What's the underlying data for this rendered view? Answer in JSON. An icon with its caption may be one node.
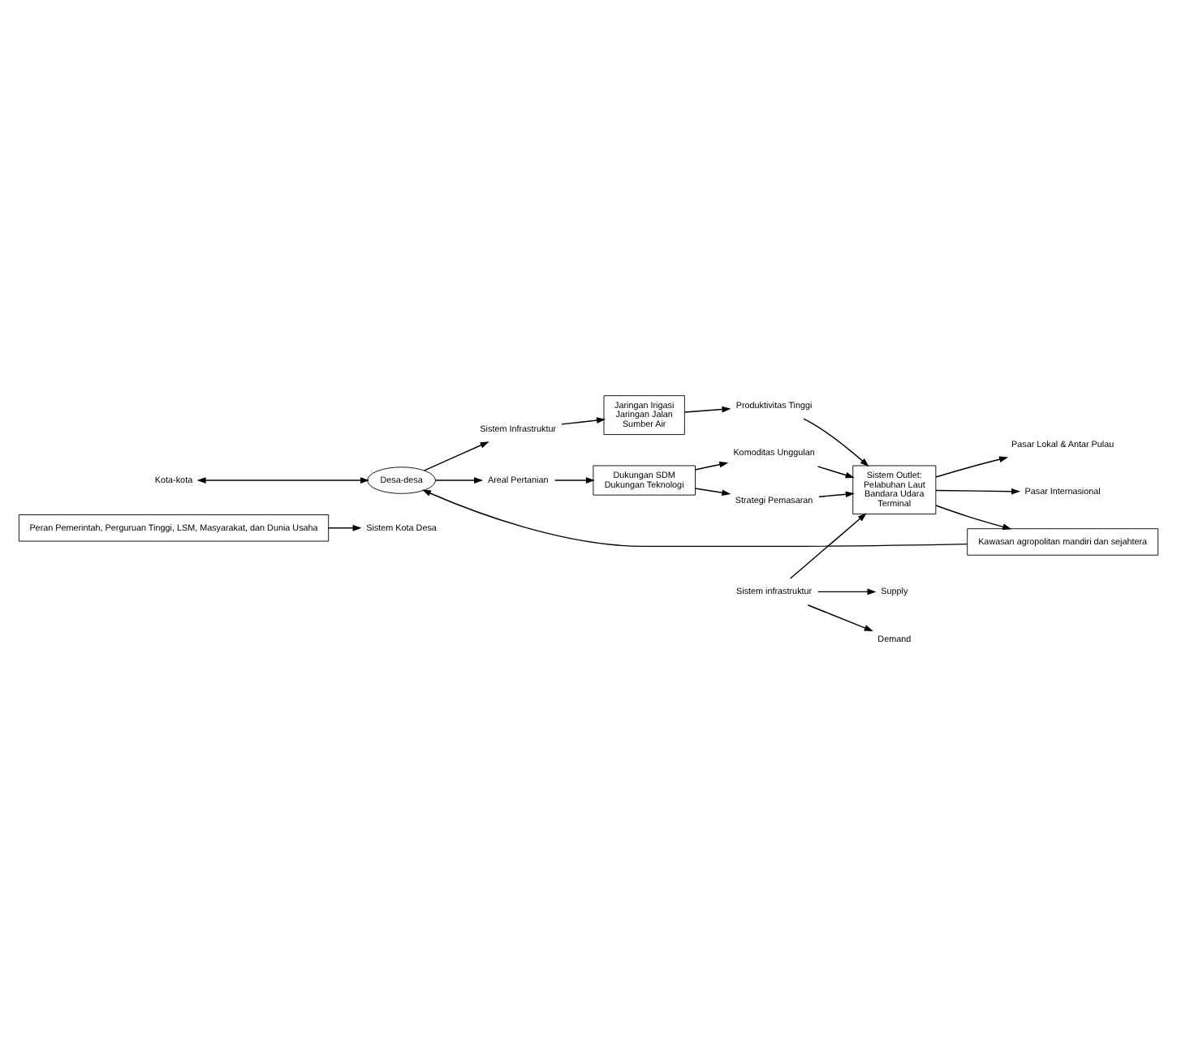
{
  "diagram": {
    "nodes": [
      {
        "text": [
          "Peran Pemerintah, Perguruan Tinggi, LSM, Masyarakat, dan Dunia Usaha"
        ]
      },
      {
        "text": [
          "Kota-kota"
        ]
      },
      {
        "text": [
          "Areal Pertanian"
        ]
      },
      {
        "text": [
          "Dukungan SDM",
          "Dukungan Teknologi"
        ]
      },
      {
        "text": [
          "Strategi Pemasaran"
        ]
      },
      {
        "text": [
          "Pasar Internasional"
        ]
      },
      {
        "text": [
          "Komoditas Unggulan"
        ]
      },
      {
        "text": [
          "Sistem Kota Desa"
        ]
      },
      {
        "text": [
          "Sistem Outlet:",
          "Pelabuhan Laut",
          "Bandara Udara",
          "Terminal"
        ]
      },
      {
        "text": [
          "Jaringan Irigasi",
          "Jaringan Jalan",
          "Sumber Air"
        ]
      },
      {
        "text": [
          "Sistem Infrastruktur"
        ]
      },
      {
        "text": [
          "Desa-desa"
        ]
      },
      {
        "text": [
          "Produktivitas Tinggi"
        ]
      },
      {
        "text": [
          "Pasar Lokal & Antar Pulau"
        ]
      },
      {
        "text": [
          "Supply"
        ]
      },
      {
        "text": [
          "Sistem infrastruktur"
        ]
      },
      {
        "text": [
          "Demand"
        ]
      },
      {
        "text": [
          "Kawasan agropolitan mandiri dan sejahtera"
        ]
      }
    ],
    "edges": [
      {
        "from": 0,
        "to": 7,
        "arrow": "to"
      },
      {
        "from": 1,
        "to": 11,
        "arrow": "both"
      },
      {
        "from": 2,
        "to": 3,
        "arrow": "to"
      },
      {
        "from": 11,
        "to": 2,
        "arrow": "to"
      },
      {
        "from": 11,
        "to": 10,
        "arrow": "to"
      },
      {
        "from": 10,
        "to": 9,
        "arrow": "to"
      },
      {
        "from": 3,
        "to": 4,
        "arrow": "to"
      },
      {
        "from": 3,
        "to": 6,
        "arrow": "to"
      },
      {
        "from": 9,
        "to": 12,
        "arrow": "to"
      },
      {
        "from": 4,
        "to": 8,
        "arrow": "to"
      },
      {
        "from": 6,
        "to": 8,
        "arrow": "to"
      },
      {
        "from": 12,
        "to": 8,
        "arrow": "to"
      },
      {
        "from": 8,
        "to": 5,
        "arrow": "to"
      },
      {
        "from": 8,
        "to": 13,
        "arrow": "to"
      },
      {
        "from": 8,
        "to": 17,
        "arrow": "to"
      },
      {
        "from": 15,
        "to": 8,
        "arrow": "to"
      },
      {
        "from": 15,
        "to": 14,
        "arrow": "to"
      },
      {
        "from": 15,
        "to": 16,
        "arrow": "to"
      },
      {
        "from": 17,
        "to": 11,
        "arrow": "to"
      }
    ]
  }
}
